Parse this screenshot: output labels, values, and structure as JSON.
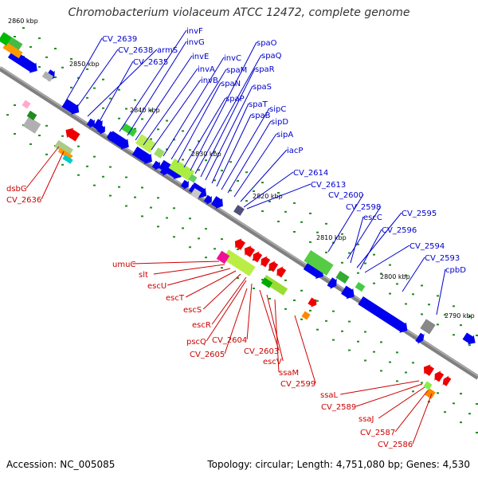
{
  "title": "Chromobacterium violaceum ATCC 12472, complete genome",
  "footer": {
    "accession": "Accession: NC_005085",
    "summary": "Topology: circular; Length: 4,751,080 bp; Genes: 4,530"
  },
  "colors": {
    "blue_label": "#0000cc",
    "red_label": "#cc0000",
    "forward_gene": "#0000ee",
    "reverse_gene": "#ee0000",
    "backbone": "#808080",
    "tick_green": "#228b22"
  },
  "scale_labels": [
    "2860 kbp",
    "2850 kbp",
    "2840 kbp",
    "2830 kbp",
    "2820 kbp",
    "2810 kbp",
    "2800 kbp",
    "2790 kbp"
  ],
  "upper_labels": [
    "CV_2639",
    "CV_2638",
    "armS",
    "CV_2635",
    "invF",
    "invG",
    "invE",
    "invA",
    "invB",
    "invC",
    "spaM",
    "spaN",
    "spaP",
    "spaO",
    "spaQ",
    "spaR",
    "spaS",
    "spaT",
    "spaB",
    "sipC",
    "sipD",
    "sipA",
    "iacP",
    "CV_2614",
    "CV_2613",
    "CV_2600",
    "CV_2598",
    "escC",
    "CV_2595",
    "CV_2596",
    "CV_2594",
    "CV_2593",
    "cpbD"
  ],
  "lower_labels": [
    "dsbG",
    "CV_2636",
    "umuC",
    "slt",
    "escU",
    "escT",
    "escS",
    "escR",
    "pscQ",
    "CV_2604",
    "CV_2605",
    "CV_2603",
    "escV",
    "ssaM",
    "CV_2599",
    "ssaL",
    "CV_2589",
    "ssaJ",
    "CV_2587",
    "CV_2586"
  ]
}
